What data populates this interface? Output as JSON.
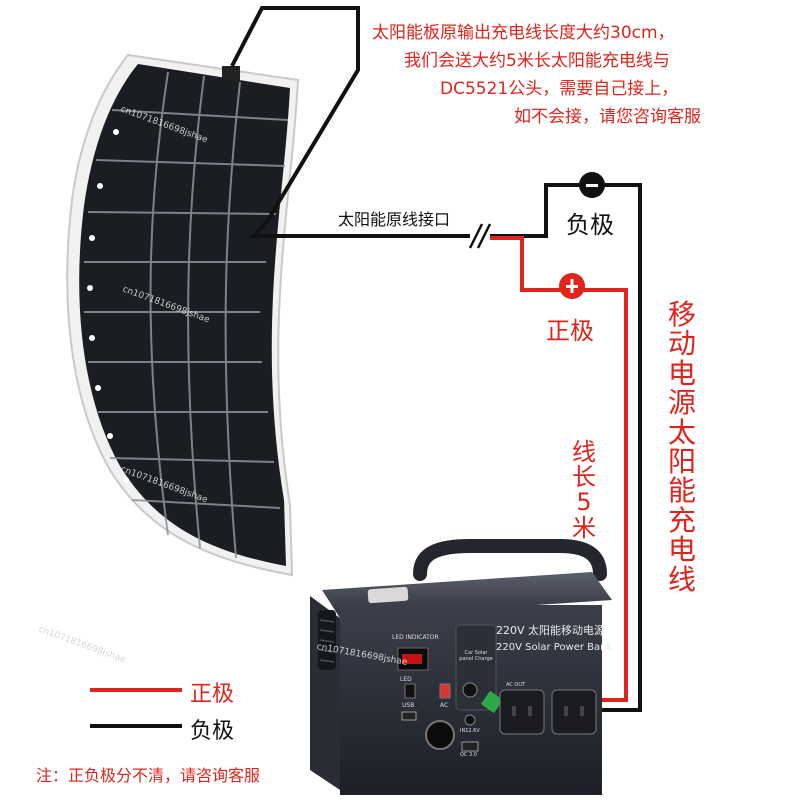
{
  "notice": {
    "line1": "太阳能板原输出充电线长度大约30cm，",
    "line2": "我们会送大约5米长太阳能充电线与",
    "line3": "DC5521公头，需要自己接上，",
    "line4": "如不会接，请您咨询客服"
  },
  "wiring": {
    "original_connector": "太阳能原线接口",
    "negative_terminal": "负极",
    "positive_terminal": "正极",
    "cable_length": "线长5米",
    "cable_title": "移动电源太阳能充电线"
  },
  "legend": {
    "positive": "正极",
    "negative": "负极"
  },
  "footnote": "注：正负极分不清，请咨询客服",
  "device": {
    "title_cn": "220V 太阳能移动电源",
    "title_en": "220V Solar Power Bank",
    "led_indicator": "LED INDICATOR",
    "led": "LED",
    "usb": "USB",
    "ac": "AC",
    "ac_out": "AC OUT",
    "in_label": "IN12.6V",
    "qc": "QC 3.0",
    "charge_modes": "Car Solar panel Charge"
  },
  "watermark": "cn1071816698jshae",
  "colors": {
    "positive": "#e0241b",
    "negative": "#111111",
    "note": "#e0241b"
  }
}
